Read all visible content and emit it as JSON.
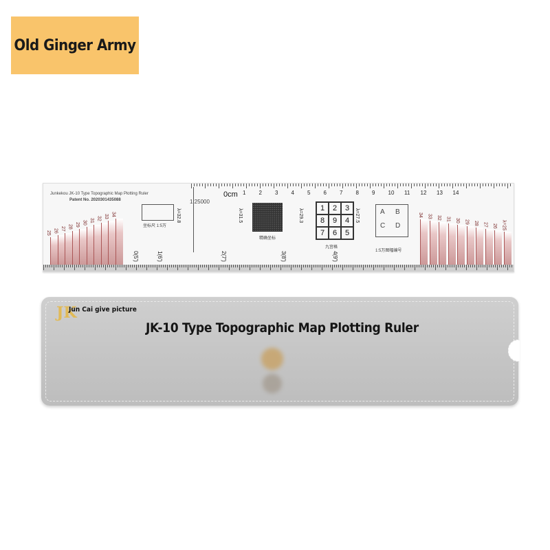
{
  "badge": {
    "label": "Old Ginger Army",
    "color": "#f9c46b"
  },
  "ruler": {
    "title": "Junkekou JK-10 Type Topographic Map Plotting Ruler",
    "patent": "Patent No. 2020301435088",
    "scale": "1:25000",
    "zero": "0cm",
    "cm_labels": [
      "1",
      "2",
      "3",
      "4",
      "5",
      "6",
      "7",
      "8",
      "9",
      "10",
      "11",
      "12",
      "13",
      "14"
    ],
    "small_box_label": "坐标尺 1:5万",
    "mesh_label": "精确坐标",
    "nine_grid": [
      "1",
      "2",
      "3",
      "8",
      "9",
      "4",
      "7",
      "6",
      "5"
    ],
    "nine_grid_label": "九宫格",
    "sheet_label": "1:5万图幅编号",
    "quadrants": [
      "A",
      "B",
      "C",
      "D"
    ],
    "lambda": [
      "λ=32.8",
      "λ=31.5",
      "λ=29.3",
      "λ=27.5"
    ],
    "segments": [
      "0(5')",
      "1(6')",
      "2(7')",
      "3(8')",
      "4(9')"
    ],
    "left_scales": [
      "25",
      "26",
      "27",
      "28",
      "29",
      "30",
      "31",
      "32",
      "33",
      "34"
    ],
    "right_scales": [
      "34",
      "33",
      "32",
      "31",
      "30",
      "29",
      "28",
      "27",
      "26",
      "λ=25"
    ],
    "scale_color": "#a04545"
  },
  "pouch": {
    "brand": "Jun Cai give picture",
    "logo": "JK",
    "title": "JK-10 Type Topographic Map Plotting Ruler",
    "color": "#c8c8c8"
  }
}
